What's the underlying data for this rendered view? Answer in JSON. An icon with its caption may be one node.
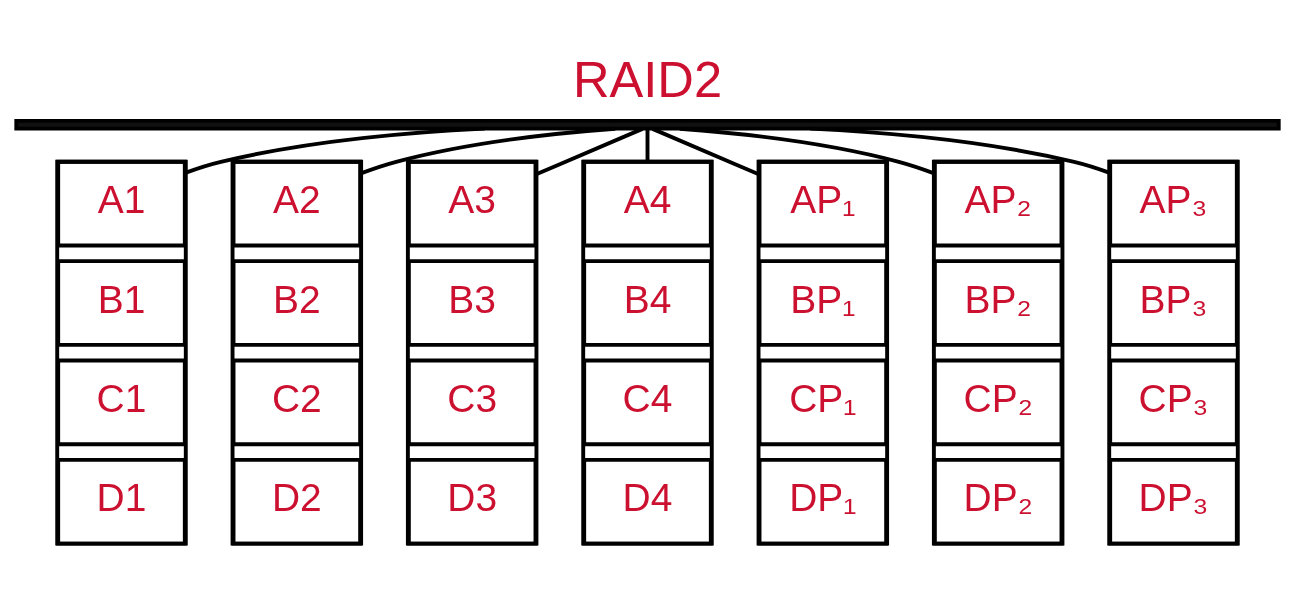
{
  "diagram": {
    "title": "RAID2",
    "nodes": [
      {
        "text": [],
        "shape": "bar"
      },
      {
        "text": [],
        "shape": "box"
      },
      {
        "text": [
          "A1"
        ],
        "in": 1
      },
      {
        "text": [
          "B1"
        ],
        "in": 1
      },
      {
        "text": [
          "C1"
        ],
        "in": 1
      },
      {
        "text": [
          "D1"
        ],
        "in": 1
      },
      {
        "text": [],
        "shape": "box"
      },
      {
        "text": [
          "A2"
        ],
        "in": 6
      },
      {
        "text": [
          "B2"
        ],
        "in": 6
      },
      {
        "text": [
          "C2"
        ],
        "in": 6
      },
      {
        "text": [
          "D2"
        ],
        "in": 6
      },
      {
        "text": [],
        "shape": "box"
      },
      {
        "text": [
          "A3"
        ],
        "in": 11
      },
      {
        "text": [
          "B3"
        ],
        "in": 11
      },
      {
        "text": [
          "C3"
        ],
        "in": 11
      },
      {
        "text": [
          "D3"
        ],
        "in": 11
      },
      {
        "text": [],
        "shape": "box"
      },
      {
        "text": [
          "A4"
        ],
        "in": 16
      },
      {
        "text": [
          "B4"
        ],
        "in": 16
      },
      {
        "text": [
          "C4"
        ],
        "in": 16
      },
      {
        "text": [
          "D4"
        ],
        "in": 16
      },
      {
        "text": [],
        "shape": "box"
      },
      {
        "text": [
          "AP₁"
        ],
        "in": 21
      },
      {
        "text": [
          "BP₁"
        ],
        "in": 21
      },
      {
        "text": [
          "CP₁"
        ],
        "in": 21
      },
      {
        "text": [
          "DP₁"
        ],
        "in": 21
      },
      {
        "text": [],
        "shape": "box"
      },
      {
        "text": [
          "AP₂"
        ],
        "in": 26
      },
      {
        "text": [
          "BP₂"
        ],
        "in": 26
      },
      {
        "text": [
          "CP₂"
        ],
        "in": 26
      },
      {
        "text": [
          "DP₂"
        ],
        "in": 26
      },
      {
        "text": [],
        "shape": "box"
      },
      {
        "text": [
          "AP₃"
        ],
        "in": 31
      },
      {
        "text": [
          "BP₃"
        ],
        "in": 31
      },
      {
        "text": [
          "CP₃"
        ],
        "in": 31
      },
      {
        "text": [
          "DP₃"
        ],
        "in": 31
      }
    ],
    "edges": [
      {
        "from": 0,
        "to": 1,
        "arrow": "none"
      },
      {
        "from": 0,
        "to": 6,
        "arrow": "none"
      },
      {
        "from": 0,
        "to": 11,
        "arrow": "none"
      },
      {
        "from": 0,
        "to": 16,
        "arrow": "none"
      },
      {
        "from": 0,
        "to": 21,
        "arrow": "none"
      },
      {
        "from": 0,
        "to": 26,
        "arrow": "none"
      },
      {
        "from": 0,
        "to": 31,
        "arrow": "none"
      }
    ]
  }
}
